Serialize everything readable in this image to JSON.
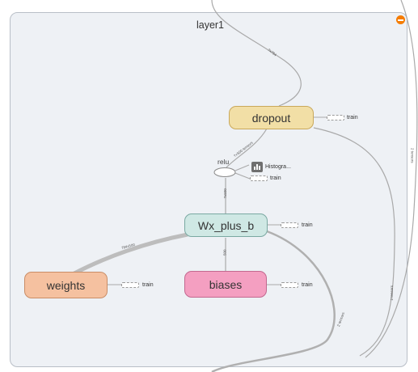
{
  "scope": {
    "title": "layer1"
  },
  "nodes": {
    "dropout": {
      "label": "dropout",
      "color": "#f2dfa6",
      "border": "#c9a85b"
    },
    "wx_plus_b": {
      "label": "Wx_plus_b",
      "color": "#cfe8e4",
      "border": "#7aa9a2"
    },
    "weights": {
      "label": "weights",
      "color": "#f5c1a0",
      "border": "#c98d66"
    },
    "biases": {
      "label": "biases",
      "color": "#f49fc1",
      "border": "#c2688f"
    },
    "relu": {
      "label": "relu"
    },
    "histogram": {
      "label": "Histogra..."
    }
  },
  "aux_labels": {
    "dropout_train": "train",
    "wx_train": "train",
    "weights_train": "train",
    "biases_train": "train",
    "histogram_train": "train"
  },
  "edge_labels": {
    "top_in": "?x784",
    "dropout_relu": "?×500 tensors",
    "relu_wx": "?x500",
    "weights_wx": "784x500",
    "biases_wx": "500",
    "left_out": "2 tensors",
    "right_in": "2 tensors",
    "lower_out": "2 tensors"
  },
  "colors": {
    "scope_bg": "#eef1f5",
    "scope_border": "#b9bfc7",
    "edge": "#a9a9a9",
    "accent": "#f57c00"
  }
}
